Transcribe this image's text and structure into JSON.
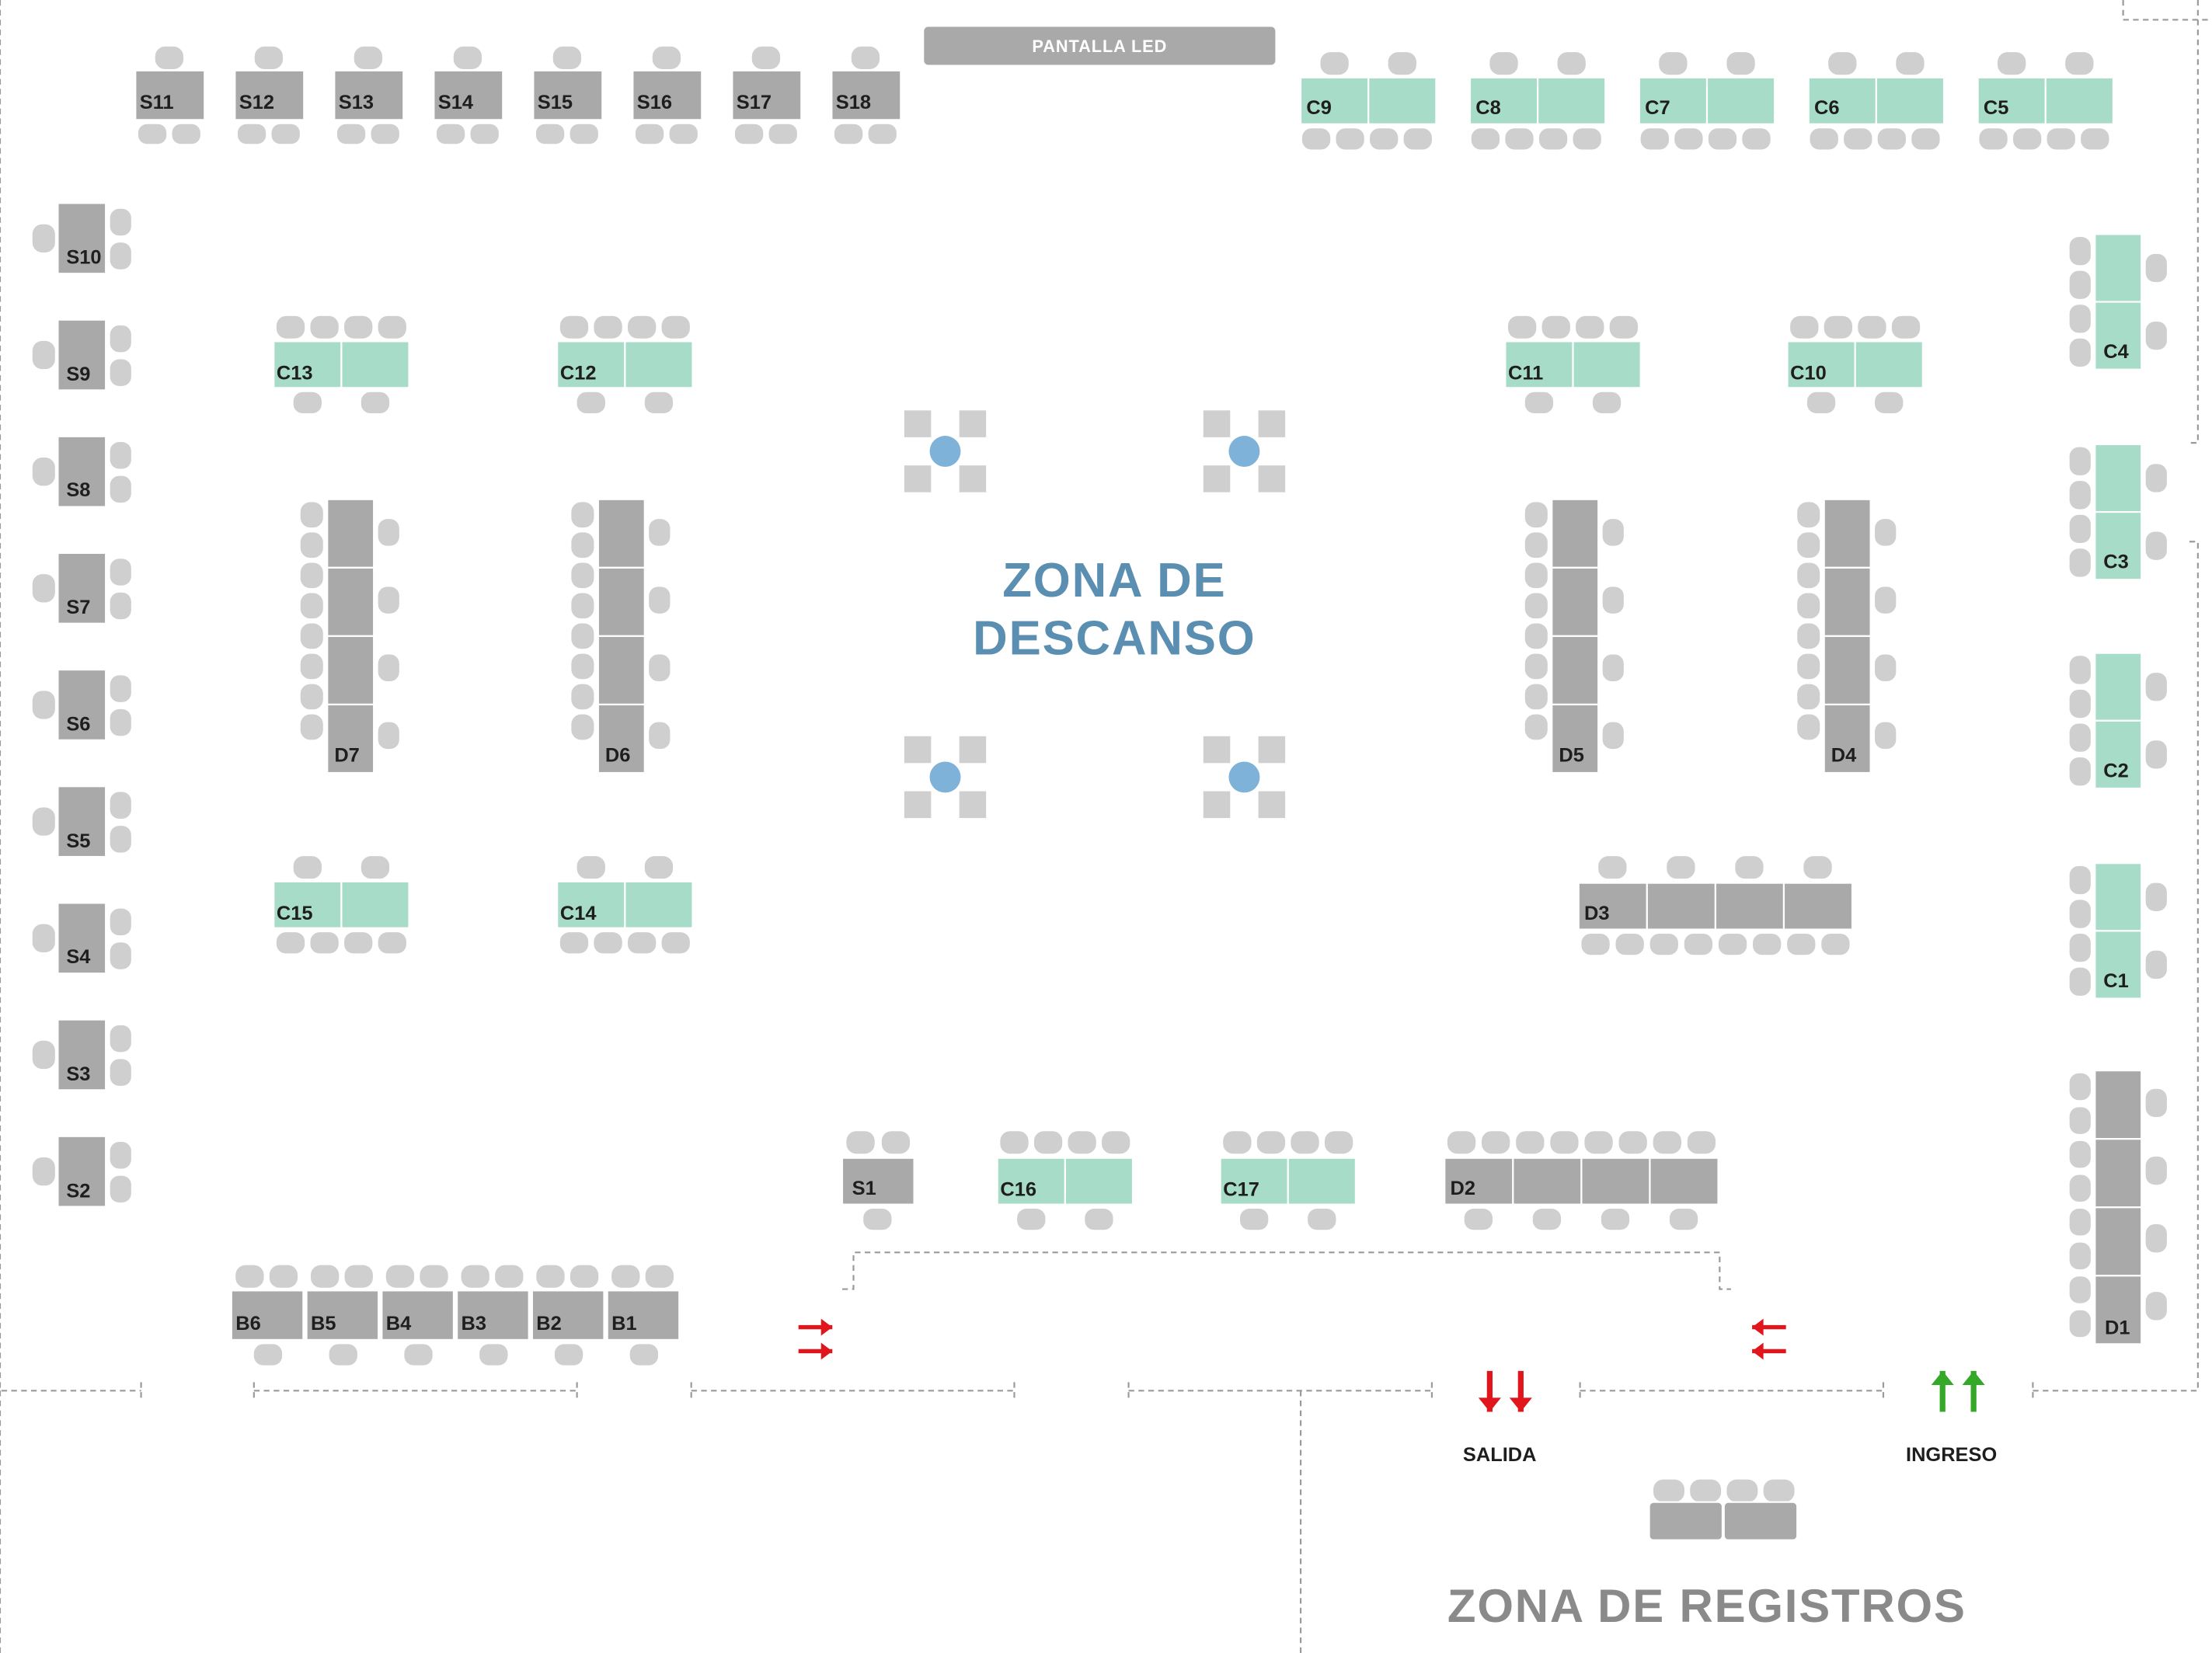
{
  "led_screen": "PANTALLA LED",
  "rest_zone": {
    "line1": "ZONA DE",
    "line2": "DESCANSO"
  },
  "registry_zone": "ZONA DE REGISTROS",
  "exit_label": "SALIDA",
  "entry_label": "INGRESO",
  "colors": {
    "gray_table": "#a9a9a9",
    "green_table": "#a6dcc8",
    "chair": "#cfcfcf",
    "rest_blue": "#7fb2d9",
    "rest_text": "#5b8fb1",
    "registry_text": "#8a8a8a",
    "exit_arrow": "#e0161c",
    "entry_arrow": "#35a829",
    "border": "#9a9a9a"
  },
  "top_stands": [
    "S11",
    "S12",
    "S13",
    "S14",
    "S15",
    "S16",
    "S17",
    "S18"
  ],
  "left_stands": [
    "S10",
    "S9",
    "S8",
    "S7",
    "S6",
    "S5",
    "S4",
    "S3",
    "S2"
  ],
  "top_green": [
    "C9",
    "C8",
    "C7",
    "C6",
    "C5"
  ],
  "right_green": [
    "C4",
    "C3",
    "C2",
    "C1"
  ],
  "inner_green": [
    "C13",
    "C12",
    "C11",
    "C10",
    "C15",
    "C14",
    "C16",
    "C17"
  ],
  "vertical_doubles": [
    "D7",
    "D6",
    "D5",
    "D4"
  ],
  "other_doubles": [
    "D3",
    "D2",
    "D1"
  ],
  "bottom_stands": [
    "B6",
    "B5",
    "B4",
    "B3",
    "B2",
    "B1"
  ],
  "single_stand": "S1"
}
